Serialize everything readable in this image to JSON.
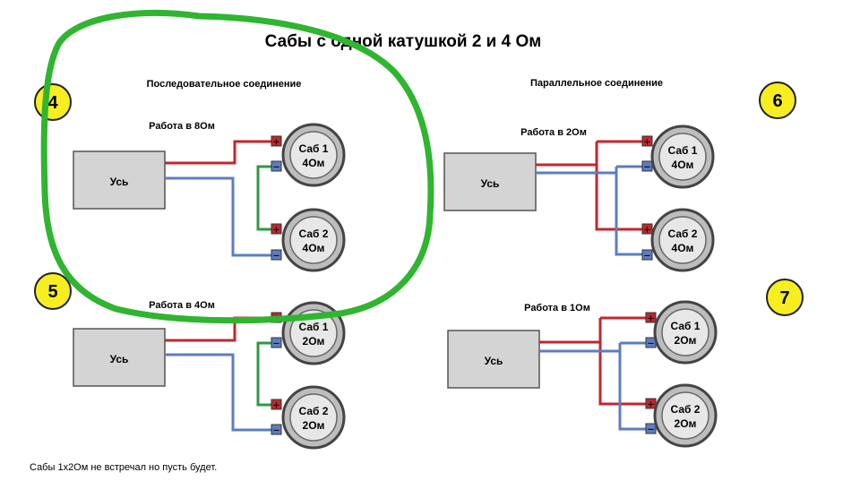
{
  "title": "Сабы с одной катушкой   2 и 4 Ом",
  "series_header": "Последовательное соединение",
  "parallel_header": "Параллельное соединение",
  "note": "Сабы 1х2Ом не встречал но пусть будет.",
  "colors": {
    "positive": "#c0272d",
    "negative": "#5d7dbf",
    "link": "#2f9a45",
    "highlight": "#2fb52f",
    "badge": "#f7ee20"
  },
  "diagrams": [
    {
      "badge": "4",
      "caption": "Работа в 8Ом",
      "amp": "Усь",
      "subs": [
        {
          "name": "Саб 1",
          "imp": "4Ом"
        },
        {
          "name": "Саб 2",
          "imp": "4Ом"
        }
      ]
    },
    {
      "badge": "6",
      "caption": "Работа в 2Ом",
      "amp": "Усь",
      "subs": [
        {
          "name": "Саб 1",
          "imp": "4Ом"
        },
        {
          "name": "Саб 2",
          "imp": "4Ом"
        }
      ]
    },
    {
      "badge": "5",
      "caption": "Работа в 4Ом",
      "amp": "Усь",
      "subs": [
        {
          "name": "Саб 1",
          "imp": "2Ом"
        },
        {
          "name": "Саб 2",
          "imp": "2Ом"
        }
      ]
    },
    {
      "badge": "7",
      "caption": "Работа в 1Ом",
      "amp": "Усь",
      "subs": [
        {
          "name": "Саб 1",
          "imp": "2Ом"
        },
        {
          "name": "Саб 2",
          "imp": "2Ом"
        }
      ]
    }
  ]
}
